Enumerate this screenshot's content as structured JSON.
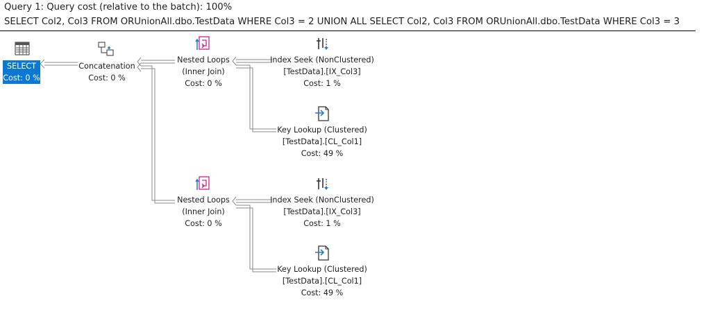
{
  "header": {
    "query_cost": "Query 1: Query cost (relative to the batch): 100%",
    "sql_text": "SELECT Col2, Col3 FROM ORUnionAll.dbo.TestData WHERE Col3 = 2 UNION ALL SELECT Col2, Col3 FROM ORUnionAll.dbo.TestData WHERE Col3 = 3"
  },
  "operators": {
    "select": {
      "name": "SELECT",
      "cost": "Cost: 0 %",
      "icon": "select-icon"
    },
    "concatenation": {
      "name": "Concatenation",
      "cost": "Cost: 0 %",
      "icon": "concatenation-icon"
    },
    "nested_loops_1": {
      "name": "Nested Loops",
      "detail": "(Inner Join)",
      "cost": "Cost: 0 %",
      "icon": "nested-loops-icon"
    },
    "index_seek_1": {
      "name": "Index Seek (NonClustered)",
      "detail": "[TestData].[IX_Col3]",
      "cost": "Cost: 1 %",
      "icon": "index-seek-icon"
    },
    "key_lookup_1": {
      "name": "Key Lookup (Clustered)",
      "detail": "[TestData].[CL_Col1]",
      "cost": "Cost: 49 %",
      "icon": "key-lookup-icon"
    },
    "nested_loops_2": {
      "name": "Nested Loops",
      "detail": "(Inner Join)",
      "cost": "Cost: 0 %",
      "icon": "nested-loops-icon"
    },
    "index_seek_2": {
      "name": "Index Seek (NonClustered)",
      "detail": "[TestData].[IX_Col3]",
      "cost": "Cost: 1 %",
      "icon": "index-seek-icon"
    },
    "key_lookup_2": {
      "name": "Key Lookup (Clustered)",
      "detail": "[TestData].[CL_Col1]",
      "cost": "Cost: 49 %",
      "icon": "key-lookup-icon"
    }
  },
  "colors": {
    "selected": "#0a78d4",
    "icon_blue": "#1f7ad6",
    "icon_pink": "#d21f8c"
  }
}
